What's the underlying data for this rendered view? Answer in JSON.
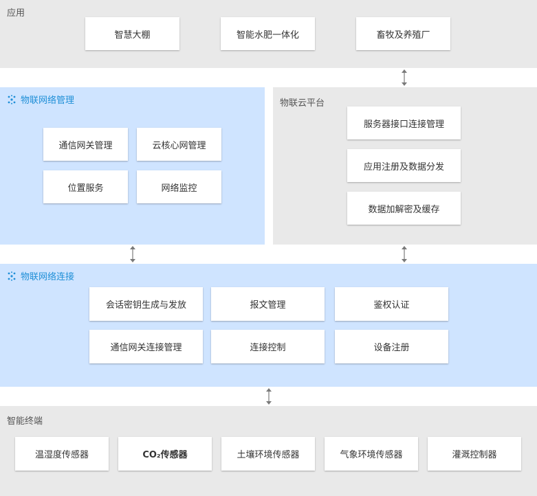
{
  "colors": {
    "gray_section": "#e9e9e9",
    "blue_section": "#cfe4ff",
    "accent_blue": "#1f8fd7",
    "arrow": "#7a7a7a"
  },
  "diagram": {
    "application": {
      "title": "应用",
      "items": [
        "智慧大棚",
        "智能水肥一体化",
        "畜牧及养殖厂"
      ]
    },
    "iot_network_management": {
      "title": "物联网络管理",
      "items": [
        "通信网关管理",
        "云核心网管理",
        "位置服务",
        "网络监控"
      ]
    },
    "iot_cloud_platform": {
      "title": "物联云平台",
      "items": [
        "服务器接口连接管理",
        "应用注册及数据分发",
        "数据加解密及缓存"
      ]
    },
    "iot_network_connection": {
      "title": "物联网络连接",
      "items": [
        "会话密钥生成与发放",
        "报文管理",
        "鉴权认证",
        "通信网关连接管理",
        "连接控制",
        "设备注册"
      ]
    },
    "smart_terminal": {
      "title": "智能终端",
      "items": [
        "温湿度传感器",
        "CO₂传感器",
        "土壤环境传感器",
        "气象环境传感器",
        "灌溉控制器"
      ]
    }
  }
}
